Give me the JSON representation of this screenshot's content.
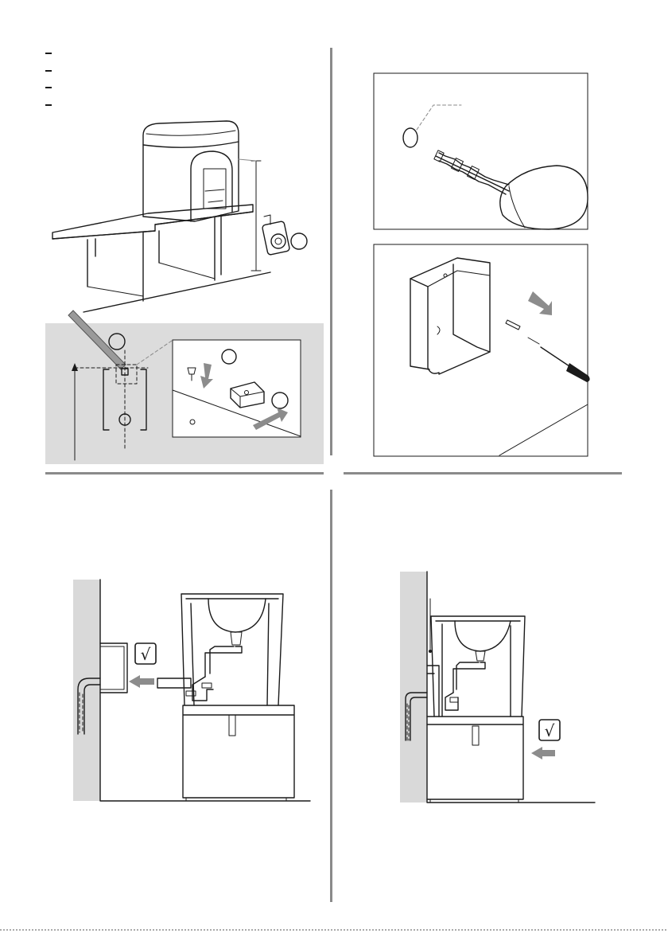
{
  "document": {
    "type": "installation-instructions",
    "panels": [
      {
        "id": "measure-and-drill",
        "items_visible": 4
      },
      {
        "id": "wall-plug-and-bracket"
      },
      {
        "id": "wall-drain"
      },
      {
        "id": "wall-drain-alt"
      }
    ],
    "check_mark": "√",
    "icons": [
      "tape-measure-icon",
      "drill-icon",
      "screwdriver-icon",
      "check-mark-icon",
      "arrow-icon"
    ],
    "colors": {
      "line": "#1a1a1a",
      "shade": "#d9d9d9",
      "arrow": "#8c8c8c",
      "separator": "#8a8a8a"
    }
  }
}
